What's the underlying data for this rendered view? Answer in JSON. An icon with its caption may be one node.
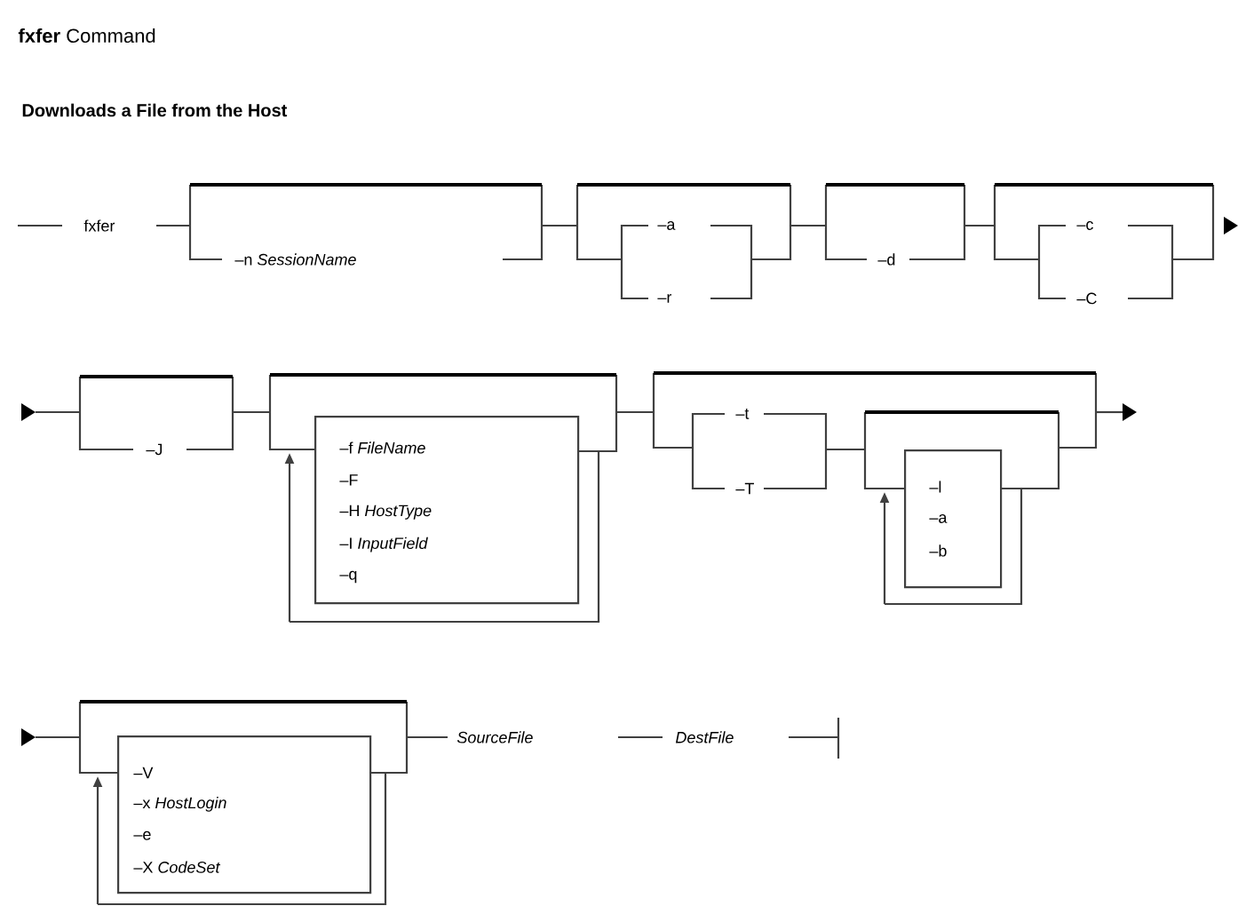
{
  "diagram": {
    "title": "**fxfer** Command",
    "nodes": [
      {
        "text": [
          "–f *FileName*",
          "–F",
          "–H *HostType*",
          "–I *InputField*",
          "–q"
        ]
      },
      {
        "text": [
          "–l",
          "–a",
          "–b"
        ]
      },
      {
        "text": [
          "–V",
          "–x *HostLogin*",
          "–e",
          "–X *CodeSet*"
        ]
      }
    ],
    "labels": [
      "Downloads a File from the Host",
      "fxfer",
      "–n *SessionName*",
      "–a",
      "–r",
      "–d",
      "–c",
      "–C",
      "–J",
      "–t",
      "–T",
      "SourceFile",
      "DestFile"
    ]
  }
}
